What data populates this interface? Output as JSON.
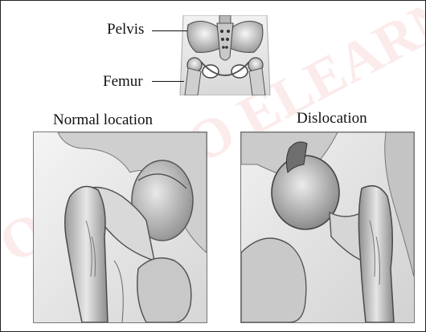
{
  "labels": {
    "pelvis": "Pelvis",
    "femur": "Femur",
    "normal_caption": "Normal location",
    "dislocation_caption": "Dislocation"
  },
  "watermark": {
    "text": "OSWEGO ELEARNING"
  },
  "colors": {
    "bone_light": "#e6e6e6",
    "bone_mid": "#bdbdbd",
    "bone_dark": "#6f6f6f",
    "background": "#ffffff",
    "watermark": "#e33c3c"
  }
}
